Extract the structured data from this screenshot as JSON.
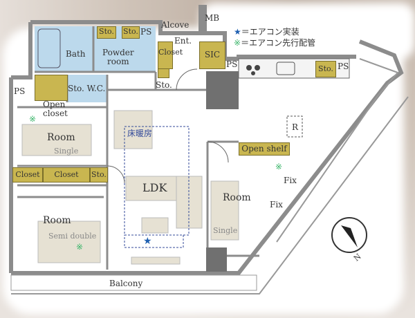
{
  "legend": {
    "items": [
      {
        "icon": "star-icon",
        "symbol": "★",
        "text": "＝エアコン実装",
        "color": "#1e5fb0"
      },
      {
        "icon": "snowflake-icon",
        "symbol": "※",
        "text": "＝エアコン先行配管",
        "color": "#3bb56a"
      }
    ]
  },
  "rooms": {
    "bath": "Bath",
    "powder_room": [
      "Powder",
      "room"
    ],
    "sto1": "Sto.",
    "sto2": "Sto.",
    "ps_top": "PS",
    "alcove": "Alcove",
    "mb": "MB",
    "ent": "Ent.",
    "closet_ent": "Closet",
    "sto_ent": "Sto.",
    "sic": "SIC",
    "ps_sic": "PS",
    "sto_kitchen": "Sto.",
    "ps_kitchen": "PS",
    "ps_left": "PS",
    "open_closet": [
      "Open",
      "closet"
    ],
    "sto_wc": "Sto. W.C.",
    "room1": "Room",
    "room1_type": "Single",
    "closet1": "Closet",
    "closet2": "Closet",
    "sto_room": "Sto.",
    "room2": "Room",
    "room2_type": "Semi double",
    "ldk": "LDK",
    "floor_heating": "床暖房",
    "room3": "Room",
    "room3_type": "Single",
    "open_shelf": "Open shelf",
    "r": "R",
    "fix1": "Fix",
    "fix2": "Fix",
    "balcony": "Balcony"
  },
  "compass": {
    "label": "N"
  },
  "colors": {
    "wet": "#bcd9ec",
    "storage": "#c9b650",
    "wall": "#8c8c8c",
    "furniture": "#e6e1d3"
  }
}
